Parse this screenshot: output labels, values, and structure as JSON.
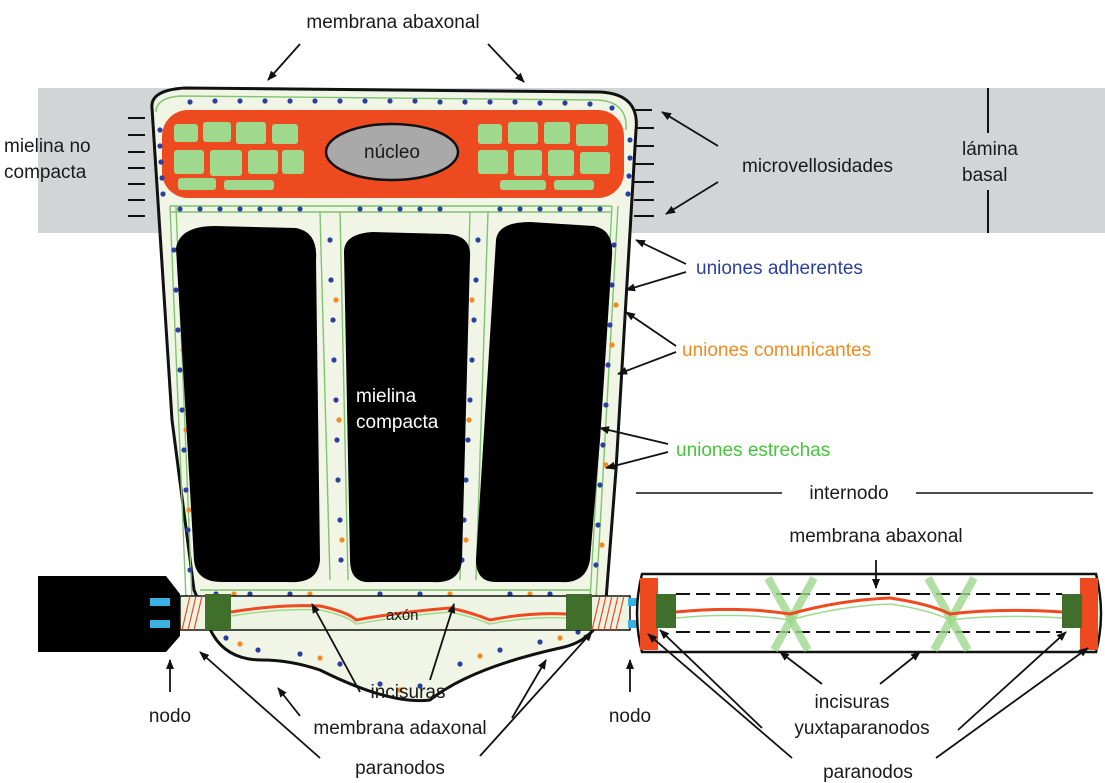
{
  "colors": {
    "basal_lamina": "#d3d4d6",
    "cytoplasm": "#f0f5e6",
    "cytoplasm_green": "#9fd98e",
    "orange_network": "#ee4a1f",
    "nucleus": "#a9a9a9",
    "myelin": "#000000",
    "adherens": "#2b3f9e",
    "gap": "#f28a1f",
    "tight": "#47c43a",
    "paranode_green": "#3f6f2a",
    "node_blue": "#3ab1e0"
  },
  "labels": {
    "membrana_abaxonal_top": "membrana abaxonal",
    "mielina_no_compacta_1": "mielina no",
    "mielina_no_compacta_2": "compacta",
    "nucleo": "núcleo",
    "microvellosidades": "microvellosidades",
    "lamina_basal_1": "lámina",
    "lamina_basal_2": "basal",
    "uniones_adherentes": "uniones adherentes",
    "uniones_comunicantes": "uniones comunicantes",
    "uniones_estrechas": "uniones estrechas",
    "mielina_compacta_1": "mielina",
    "mielina_compacta_2": "compacta",
    "internodo": "internodo",
    "membrana_abaxonal_right": "membrana abaxonal",
    "axon": "axón",
    "incisuras_left": "incisuras",
    "nodo_left": "nodo",
    "membrana_adaxonal": "membrana adaxonal",
    "paranodos_left": "paranodos",
    "nodo_right": "nodo",
    "incisuras_right": "incisuras",
    "yuxtaparanodos": "yuxtaparanodos",
    "paranodos_right": "paranodos"
  }
}
